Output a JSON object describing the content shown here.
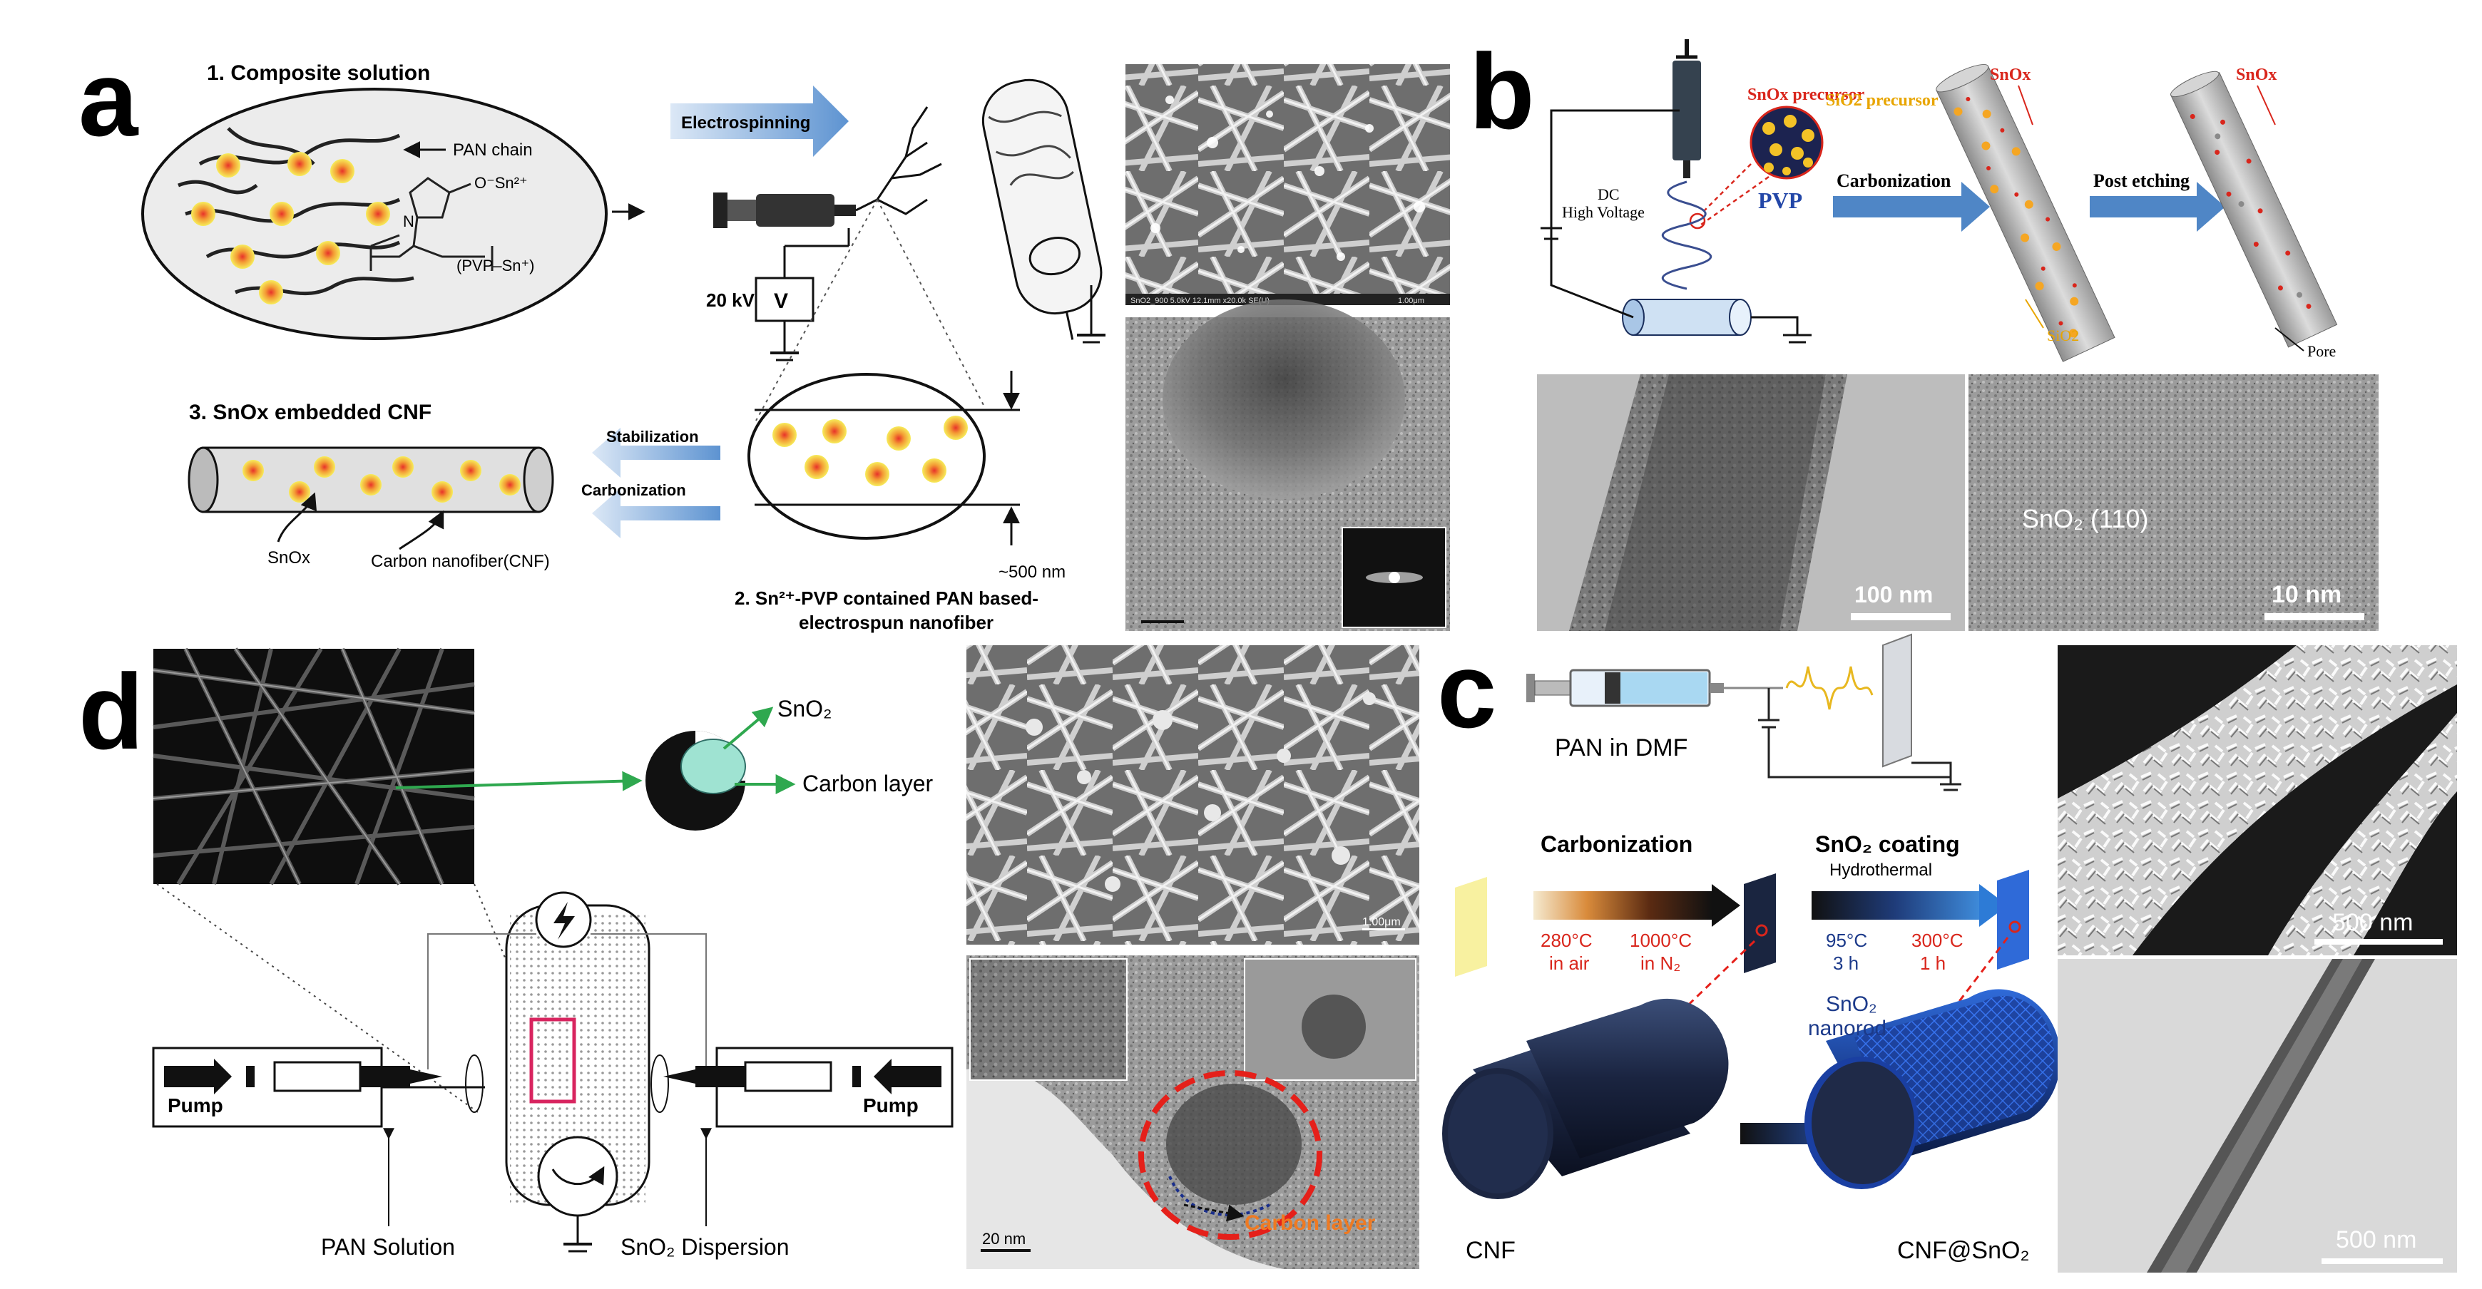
{
  "panels": {
    "a": {
      "letter": "a",
      "step1": "1. Composite solution",
      "pan_chain": "PAN chain",
      "sn_ion": "O⁻Sn²⁺",
      "pvp_sn": "(PVP–Sn⁺)",
      "n_atom": "N",
      "o_atom": "O",
      "electrospinning": "Electrospinning",
      "voltage": "20 kV",
      "v": "V",
      "step3": "3. SnOx embedded CNF",
      "stabilization": "Stabilization",
      "carbonization": "Carbonization",
      "snox": "SnOx",
      "cnf": "Carbon nanofiber(CNF)",
      "diameter": "~500 nm",
      "step2_line1": "2. Sn²⁺-PVP contained PAN based-",
      "step2_line2": "electrospun nanofiber",
      "sem_caption": "SnO2_900 5.0kV 12.1mm x20.0k SE(U)",
      "sem_scale": "1.00μm"
    },
    "b": {
      "letter": "b",
      "snox_precursor": "SnOx precursor",
      "sio2_precursor": "SiO2 precursor",
      "pvp": "PVP",
      "dc": "DC",
      "high_voltage": "High Voltage",
      "carbonization": "Carbonization",
      "post_etching": "Post etching",
      "snox_top1": "SnOx",
      "snox_top2": "SnOx",
      "sio2": "SiO2",
      "pore": "Pore",
      "scale1": "100 nm",
      "lattice": "SnO₂ (110)",
      "scale2": "10 nm"
    },
    "c": {
      "letter": "c",
      "pan_dmf": "PAN in DMF",
      "carbonization": "Carbonization",
      "sno2_coating": "SnO₂ coating",
      "hydrothermal": "Hydrothermal",
      "t1": "280°C",
      "t1b": "in air",
      "t2": "1000°C",
      "t2b": "in N₂",
      "t3": "95°C",
      "t3b": "3 h",
      "t4": "300°C",
      "t4b": "1 h",
      "sno2": "SnO₂",
      "nanorod": "nanorod",
      "cnf": "CNF",
      "cnf_sno2": "CNF@SnO₂",
      "scale1": "500 nm",
      "scale2": "500 nm"
    },
    "d": {
      "letter": "d",
      "sno2": "SnO₂",
      "carbon_layer": "Carbon layer",
      "pump_left": "Pump",
      "pump_right": "Pump",
      "pan_solution": "PAN Solution",
      "sno2_dispersion": "SnO₂ Dispersion",
      "sem_scale": "1.00μm",
      "tem_scale": "20 nm",
      "tem_carbon": "Carbon layer"
    }
  },
  "colors": {
    "arrow_blue": "#4f86c6",
    "particle_orange": "#f08a2a",
    "particle_yellow": "#f7e84a",
    "fiber_gray": "#c9c9c9",
    "red_label": "#d9261c",
    "green_arrow": "#2fa84f",
    "orange_label": "#ef7a22",
    "navy": "#1d2740"
  }
}
